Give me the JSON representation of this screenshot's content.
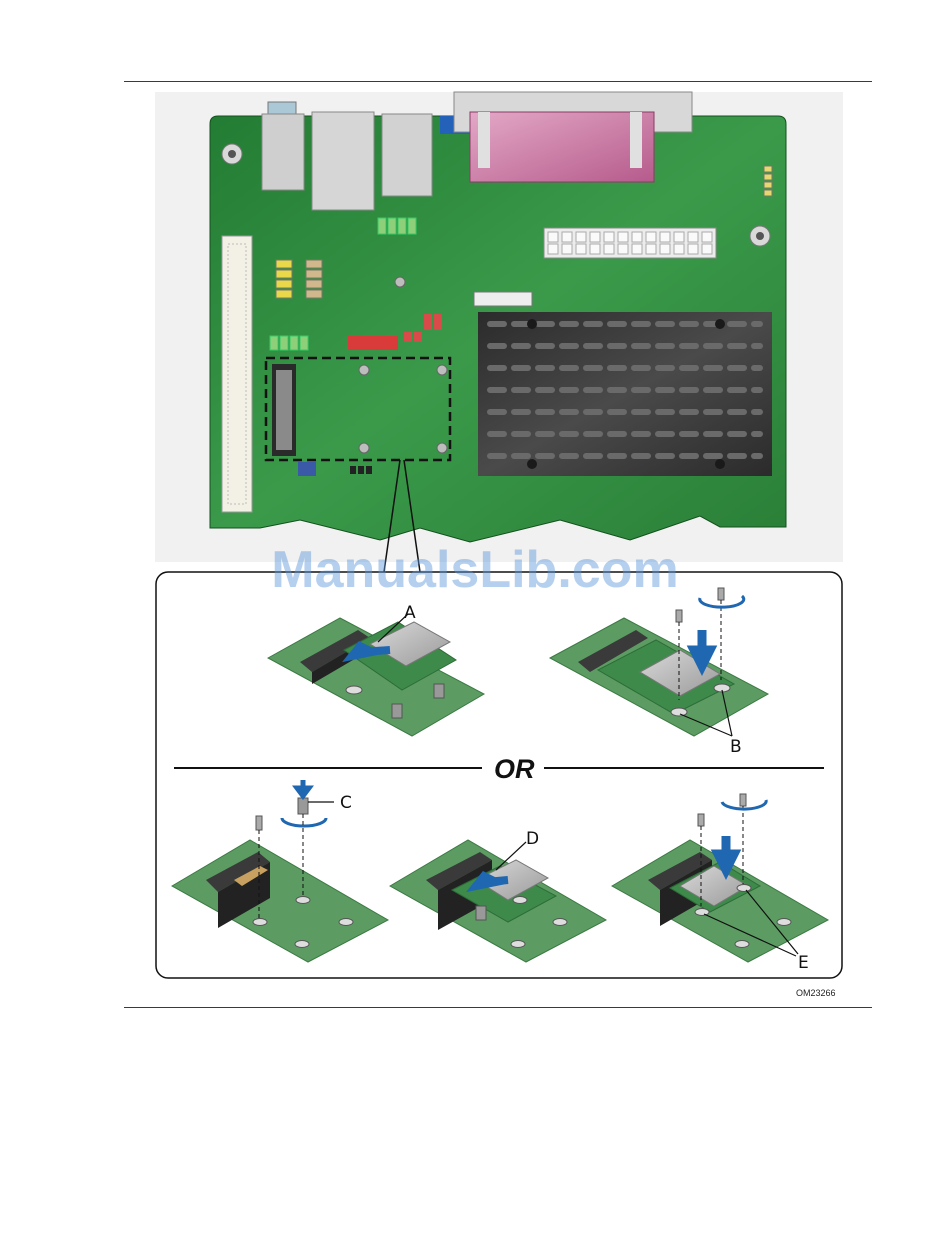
{
  "figure": {
    "callouts": {
      "a": "A",
      "b": "B",
      "c": "C",
      "d": "D",
      "e": "E"
    },
    "separator_text": "OR",
    "figure_id": "OM23266"
  },
  "watermark": "ManualsLib.com",
  "colors": {
    "board_green": "#2f8a3c",
    "board_dark": "#1f6e2e",
    "heatsink": "#3a3a3a",
    "arrow_blue": "#1f67b1",
    "connector_pink": "#cc7aa3",
    "connector_gray": "#c8c8c8"
  },
  "icons": [
    "push-arrow-icon",
    "rotate-screw-icon",
    "screw-icon",
    "standoff-icon"
  ]
}
